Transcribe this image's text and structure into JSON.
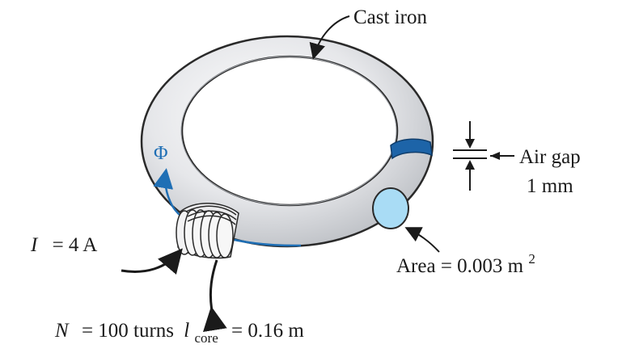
{
  "diagram": {
    "labels": {
      "material": "Cast iron",
      "flux_symbol": "Φ",
      "air_gap": "Air gap",
      "air_gap_length": "1 mm",
      "current_prefix": "I",
      "current_value": "= 4 A",
      "area_text": "Area = 0.003 m",
      "area_exponent": "2",
      "turns_prefix": "N",
      "turns_value": "= 100 turns",
      "length_symbol": "l",
      "length_subscript": "core",
      "length_value": "= 0.16 m"
    },
    "colors": {
      "core_fill": "#e9eaec",
      "core_edge": "#2a2a2a",
      "air_gap_fill": "#1d64a8",
      "cross_section_fill": "#a9dcf5",
      "flux_arrow": "#1f6fb5",
      "text": "#1a1a1a"
    }
  }
}
